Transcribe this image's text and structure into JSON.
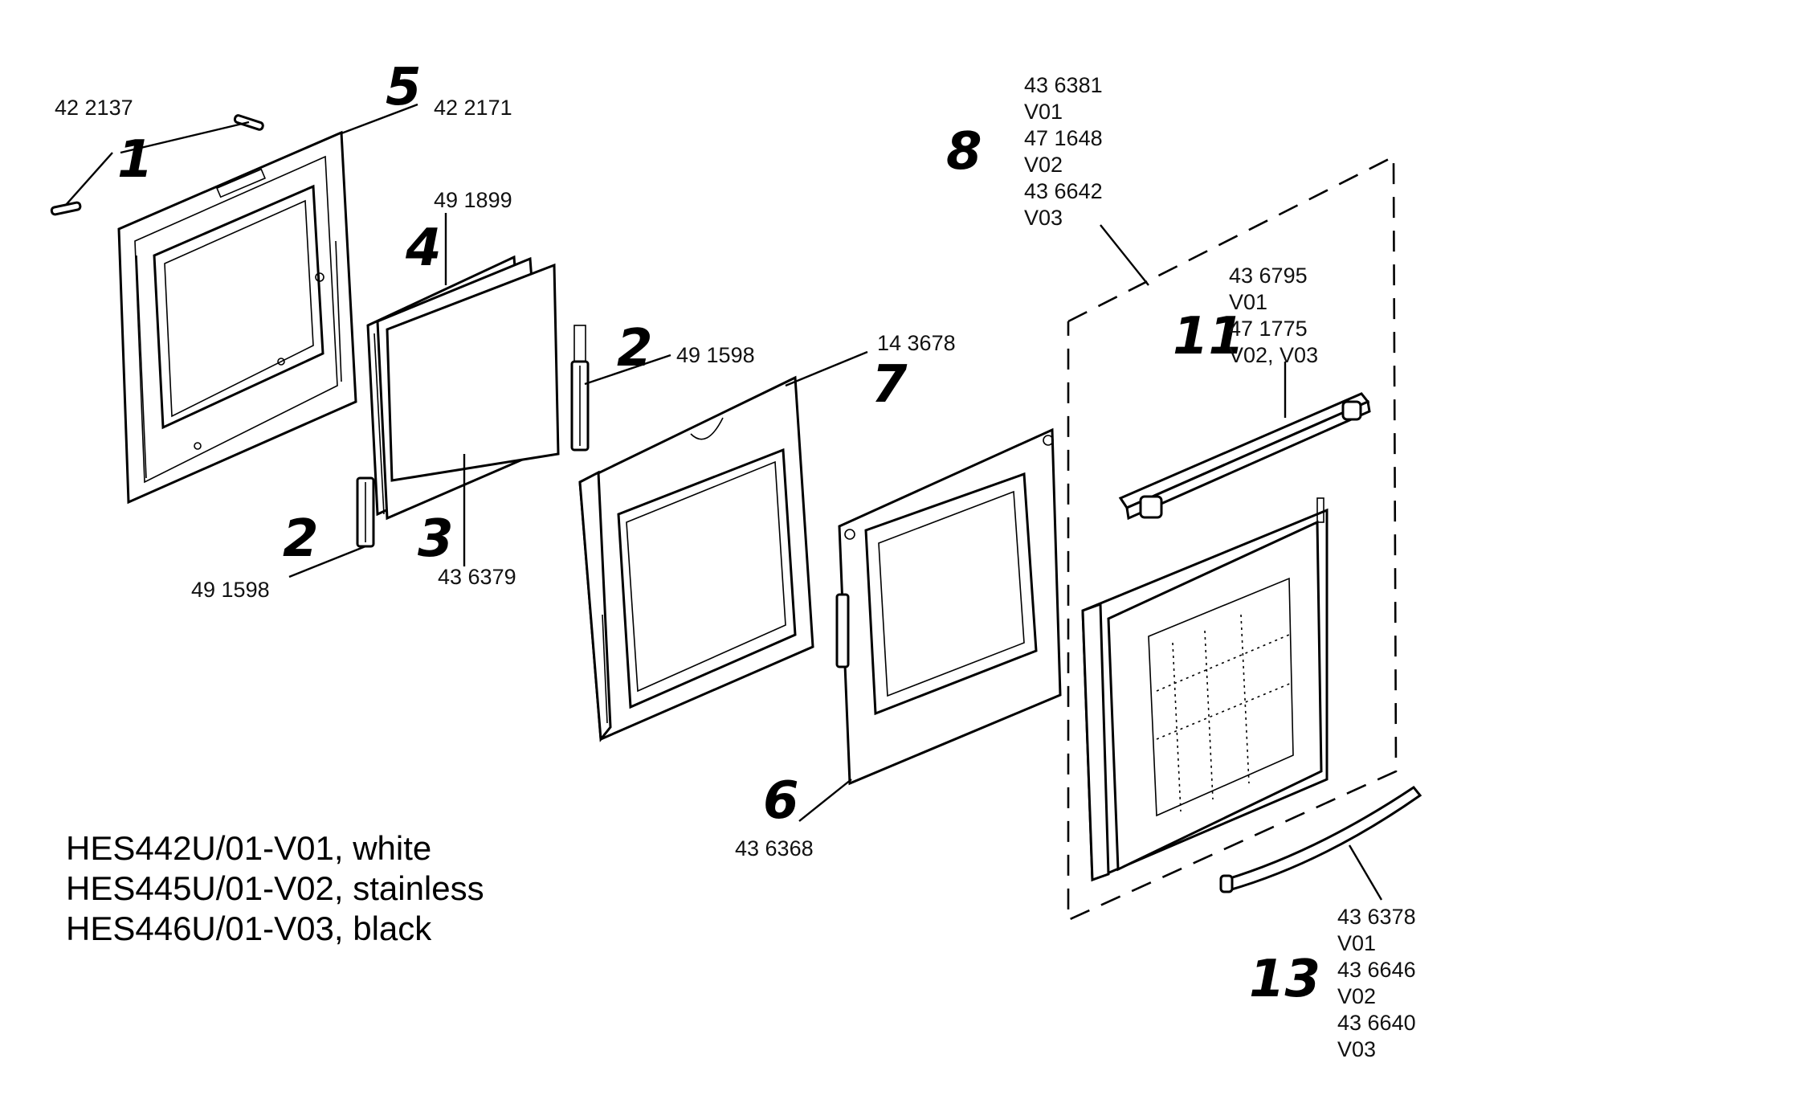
{
  "diagram": {
    "callouts": {
      "c1": "1",
      "c2a": "2",
      "c2b": "2",
      "c3": "3",
      "c4": "4",
      "c5": "5",
      "c6": "6",
      "c7": "7",
      "c8": "8",
      "c11": "11",
      "c13": "13"
    },
    "part_numbers": {
      "p1": "42 2137",
      "p5": "42 2171",
      "p4": "49 1899",
      "p2_upper": "49 1598",
      "p2_lower": "49 1598",
      "p3": "43 6379",
      "p7": "14 3678",
      "p6": "43 6368",
      "p8": [
        "43 6381",
        "V01",
        "47 1648",
        "V02",
        "43 6642",
        "V03"
      ],
      "p11": [
        "43 6795",
        "V01",
        "47 1775",
        "V02, V03"
      ],
      "p13": [
        "43 6378",
        "V01",
        "43 6646",
        "V02",
        "43 6640",
        "V03"
      ]
    },
    "models": [
      "HES442U/01-V01, white",
      "HES445U/01-V02, stainless",
      "HES446U/01-V03, black"
    ]
  }
}
